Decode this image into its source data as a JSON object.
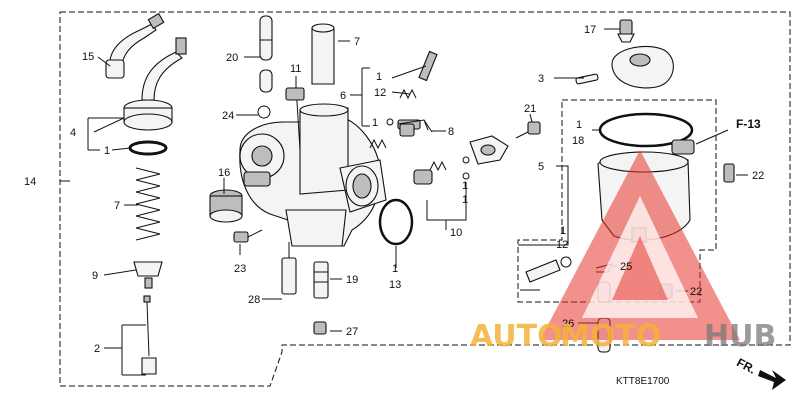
{
  "callouts": [
    "1",
    "2",
    "3",
    "4",
    "5",
    "6",
    "7",
    "8",
    "9",
    "10",
    "11",
    "12",
    "13",
    "14",
    "15",
    "16",
    "17",
    "18",
    "19",
    "20",
    "21",
    "22",
    "23",
    "24",
    "25",
    "26",
    "27",
    "28"
  ],
  "reference": "F-13",
  "front_marker": "FR.",
  "diagram_code": "KTT8E1700",
  "watermark": {
    "part1": "AUTO",
    "part2": "MOTO",
    "part3": "HUB"
  },
  "colors": {
    "watermark_red": "#e8352b",
    "watermark_orange": "#f3b13a",
    "watermark_gray": "#7a7a7a"
  }
}
